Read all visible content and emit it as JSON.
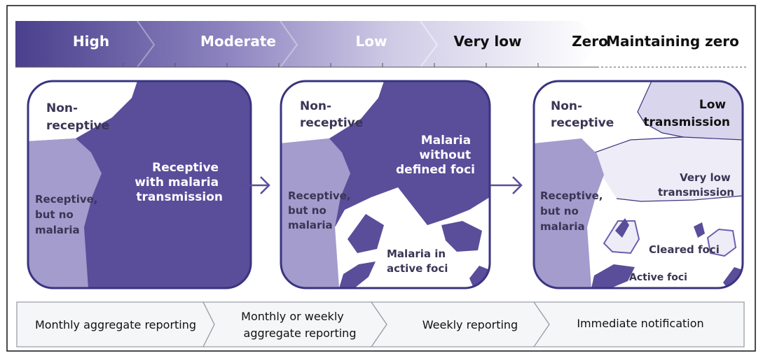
{
  "colors": {
    "dark": "#5a4d9a",
    "medium": "#a39ccc",
    "light": "#d9d5ec",
    "pale": "#eeedf7",
    "outline": "#3a3480",
    "arrow_box_fill": "#f4f6f7",
    "arrow_box_stroke": "#9aa0a6"
  },
  "stages": {
    "high": "High",
    "moderate": "Moderate",
    "low": "Low",
    "very_low": "Very low",
    "zero": "Zero",
    "maintaining_zero": "Maintaining zero"
  },
  "panels": {
    "p1": {
      "non_receptive_1": "Non-",
      "non_receptive_2": "receptive",
      "receptive_no_1": "Receptive,",
      "receptive_no_2": "but no",
      "receptive_no_3": "malaria",
      "transmission_1": "Receptive",
      "transmission_2": "with malaria",
      "transmission_3": "transmission"
    },
    "p2": {
      "non_receptive_1": "Non-",
      "non_receptive_2": "receptive",
      "receptive_no_1": "Receptive,",
      "receptive_no_2": "but no",
      "receptive_no_3": "malaria",
      "no_foci_1": "Malaria",
      "no_foci_2": "without",
      "no_foci_3": "defined foci",
      "active_foci_1": "Malaria in",
      "active_foci_2": "active foci"
    },
    "p3": {
      "non_receptive_1": "Non-",
      "non_receptive_2": "receptive",
      "low_1": "Low",
      "low_2": "transmission",
      "very_low_1": "Very low",
      "very_low_2": "transmission",
      "receptive_no_1": "Receptive,",
      "receptive_no_2": "but no",
      "receptive_no_3": "malaria",
      "cleared_foci": "Cleared foci",
      "active_foci": "Active foci"
    }
  },
  "reporting": {
    "r1": "Monthly aggregate reporting",
    "r2_1": "Monthly or weekly",
    "r2_2": "aggregate reporting",
    "r3": "Weekly reporting",
    "r4": "Immediate notification"
  }
}
